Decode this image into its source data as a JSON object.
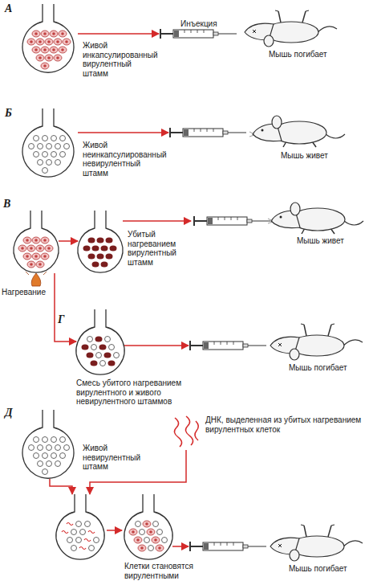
{
  "diagram": {
    "nodes": [
      {
        "text": [
          "Живой инкапсулированный вирулентный штамм"
        ]
      },
      {
        "text": [
          "Инъекция",
          "Мышь погибает"
        ]
      },
      {
        "text": [
          "Живой неинкапсулированный невирулентный штамм"
        ]
      },
      {
        "text": [
          "Мышь живет"
        ]
      },
      {
        "text": [
          "Нагревание"
        ]
      },
      {
        "text": [
          "Убитый нагреванием вирулентный штамм"
        ]
      },
      {
        "text": [
          "Мышь живет"
        ]
      },
      {
        "text": [
          "Смесь убитого нагреванием вирулентного и живого невирулентного штаммов"
        ]
      },
      {
        "text": [
          "Мышь погибает"
        ]
      },
      {
        "text": [
          "Живой невирулентный штамм"
        ]
      },
      {
        "text": [
          "ДНК, выделенная из убитых нагреванием вирулентных клеток"
        ]
      },
      {
        "text": [
          "Клетки становятся вирулентными"
        ]
      },
      {
        "text": [
          "Мышь погибает"
        ]
      }
    ],
    "edges": [
      {
        "from": 0,
        "to": 1,
        "arrow": "to"
      },
      {
        "from": 2,
        "to": 3,
        "arrow": "to"
      },
      {
        "from": 4,
        "to": 5,
        "arrow": "to"
      },
      {
        "from": 5,
        "to": 6,
        "arrow": "to"
      },
      {
        "from": 4,
        "to": 7,
        "arrow": "to"
      },
      {
        "from": 7,
        "to": 8,
        "arrow": "to"
      },
      {
        "from": 9,
        "to": 11,
        "arrow": "to"
      },
      {
        "from": 10,
        "to": 11,
        "arrow": "to"
      },
      {
        "from": 11,
        "to": 12,
        "arrow": "to"
      }
    ],
    "labels": [
      "А",
      "Б",
      "В",
      "Г",
      "Д"
    ]
  }
}
